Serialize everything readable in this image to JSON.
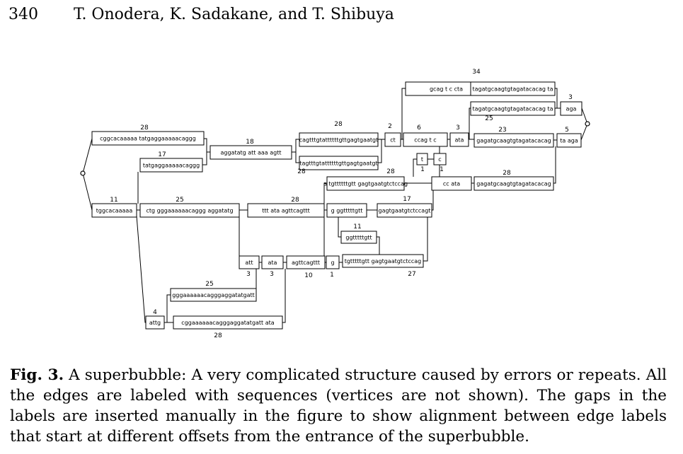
{
  "header": {
    "page_number": "340",
    "authors": "T. Onodera, K. Sadakane, and T. Shibuya"
  },
  "figure": {
    "edges": [
      {
        "id": "e1",
        "text": "cggcacaaaaa   tatgaggaaaaacaggg"
      },
      {
        "id": "e2",
        "text": "tatgaggaaaaacaggg"
      },
      {
        "id": "e3",
        "text": "tggcacaaaaa"
      },
      {
        "id": "e4",
        "text": "ctg  gggaaaaaacaggg  aggatatg"
      },
      {
        "id": "e5",
        "text": "aggatatg   att   aaa  agtt"
      },
      {
        "id": "e6",
        "text": "ttt        ata         agttcagttt"
      },
      {
        "id": "e7",
        "text": "att"
      },
      {
        "id": "e8",
        "text": "ata"
      },
      {
        "id": "e9",
        "text": "gggaaaaaacagggaggatatgatt"
      },
      {
        "id": "e10",
        "text": "attg"
      },
      {
        "id": "e11",
        "text": "cggaaaaaacagggaggatatgatt          ata"
      },
      {
        "id": "e12",
        "text": "agttcagttt"
      },
      {
        "id": "e13",
        "text": "cagtttgtattttttgttgagtgaatgt"
      },
      {
        "id": "e14",
        "text": "tagtttgtattttttgttgagtgaatgt"
      },
      {
        "id": "e15",
        "text": "a tgttttttgtt gagtgaatgtctccag"
      },
      {
        "id": "e16",
        "text": "g  ggtttttgtt"
      },
      {
        "id": "e17",
        "text": "ggtttttgtt"
      },
      {
        "id": "e18",
        "text": "g"
      },
      {
        "id": "e19",
        "text": "tgtttttgtt  gagtgaatgtctccag"
      },
      {
        "id": "e20",
        "text": "gagtgaatgtctccagt"
      },
      {
        "id": "e21",
        "text": "ct"
      },
      {
        "id": "e22",
        "text": "gcag t      c       cta"
      },
      {
        "id": "e23",
        "text": "ccag  t     c"
      },
      {
        "id": "e24",
        "text": "t"
      },
      {
        "id": "e25",
        "text": "c"
      },
      {
        "id": "e26",
        "text": "cc        ata"
      },
      {
        "id": "e27",
        "text": "ata"
      },
      {
        "id": "e28",
        "text": "tagatgcaagtgtagatacacag  ta"
      },
      {
        "id": "e29",
        "text": "tagatgcaagtgtagatacacag  ta"
      },
      {
        "id": "e30",
        "text": "gagatgcaagtgtagatacacag"
      },
      {
        "id": "e31",
        "text": "gagatgcaagtgtagatacacag"
      },
      {
        "id": "e32",
        "text": "aga"
      },
      {
        "id": "e33",
        "text": "ta aga"
      }
    ],
    "lengths": [
      {
        "id": "n_e1",
        "text": "28"
      },
      {
        "id": "n_e2",
        "text": "17"
      },
      {
        "id": "n_e3",
        "text": "11"
      },
      {
        "id": "n_e4",
        "text": "25"
      },
      {
        "id": "n_e5",
        "text": "18"
      },
      {
        "id": "n_e6",
        "text": "28"
      },
      {
        "id": "n_e7",
        "text": "3"
      },
      {
        "id": "n_e8",
        "text": "3"
      },
      {
        "id": "n_e9",
        "text": "25"
      },
      {
        "id": "n_e10",
        "text": "4"
      },
      {
        "id": "n_e11",
        "text": "28"
      },
      {
        "id": "n_e12",
        "text": "10"
      },
      {
        "id": "n_e13",
        "text": "28"
      },
      {
        "id": "n_e14",
        "text": "28"
      },
      {
        "id": "n_e15",
        "text": "28"
      },
      {
        "id": "n_e17",
        "text": "11"
      },
      {
        "id": "n_e18",
        "text": "1"
      },
      {
        "id": "n_e19",
        "text": "27"
      },
      {
        "id": "n_e20",
        "text": "17"
      },
      {
        "id": "n_e21",
        "text": "2"
      },
      {
        "id": "n_e22",
        "text": "34"
      },
      {
        "id": "n_e23",
        "text": "6"
      },
      {
        "id": "n_e24",
        "text": "1"
      },
      {
        "id": "n_e25",
        "text": "1"
      },
      {
        "id": "n_e26",
        "text": "28"
      },
      {
        "id": "n_e27",
        "text": "3"
      },
      {
        "id": "n_e28",
        "text": "25"
      },
      {
        "id": "n_e30",
        "text": "23"
      },
      {
        "id": "n_e32",
        "text": "3"
      },
      {
        "id": "n_e33",
        "text": "5"
      }
    ]
  },
  "caption": {
    "label": "Fig. 3.",
    "text": "A superbubble: A very complicated structure caused by errors or repeats. All the edges are labeled with sequences (vertices are not shown). The gaps in the labels are inserted manually in the figure to show alignment between edge labels that start at different offsets from the entrance of the superbubble."
  }
}
